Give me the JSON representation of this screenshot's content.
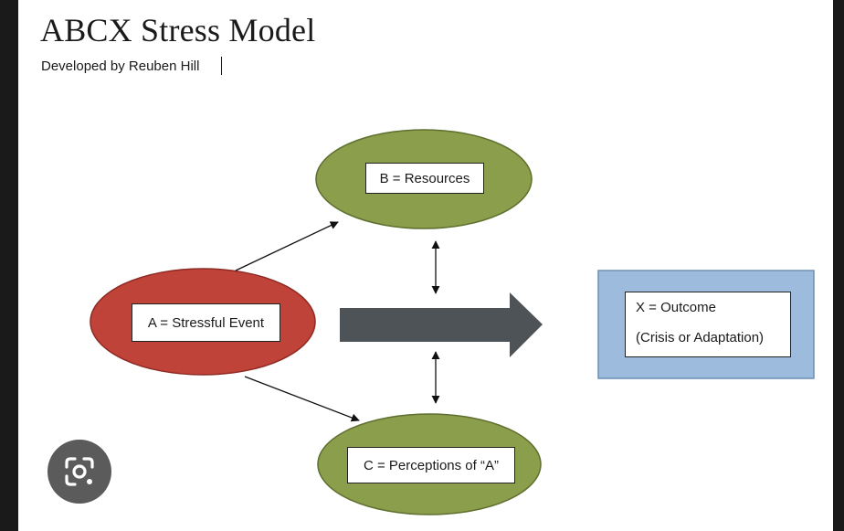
{
  "header": {
    "title": "ABCX Stress Model",
    "subtitle": "Developed by Reuben Hill"
  },
  "diagram": {
    "nodes": {
      "a": {
        "label": "A = Stressful Event",
        "color": "#c0433a"
      },
      "b": {
        "label": "B = Resources",
        "color": "#8a9e4b"
      },
      "c": {
        "label": "C = Perceptions of “A”",
        "color": "#8a9e4b"
      },
      "x": {
        "label_line1": "X = Outcome",
        "label_line2": "(Crisis or Adaptation)",
        "color": "#9dbbdd"
      }
    },
    "big_arrow_color": "#4d5356"
  },
  "overlay": {
    "lens_icon": "google-lens-icon"
  }
}
